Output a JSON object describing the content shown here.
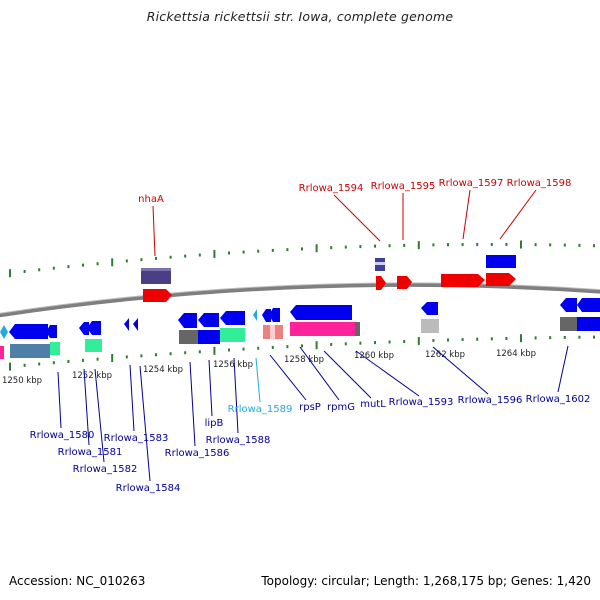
{
  "title": "Rickettsia rickettsii str. Iowa, complete genome",
  "footer": {
    "accession": "Accession: NC_010263",
    "summary": "Topology: circular; Length: 1,268,175 bp; Genes: 1,420"
  },
  "colors": {
    "forward_label": "#cc0000",
    "reverse_label": "#000099",
    "highlight_label": "#22aadd",
    "backbone": "#888888",
    "tick": "#2e7d32"
  },
  "ticks": [
    {
      "label": "1250 kbp"
    },
    {
      "label": "1252 kbp"
    },
    {
      "label": "1254 kbp"
    },
    {
      "label": "1256 kbp"
    },
    {
      "label": "1258 kbp"
    },
    {
      "label": "1260 kbp"
    },
    {
      "label": "1262 kbp"
    },
    {
      "label": "1264 kbp"
    }
  ],
  "forward_genes": [
    {
      "label": "nhaA"
    },
    {
      "label": "Rrlowa_1594"
    },
    {
      "label": "Rrlowa_1595"
    },
    {
      "label": "Rrlowa_1597"
    },
    {
      "label": "Rrlowa_1598"
    }
  ],
  "reverse_genes": [
    {
      "label": "Rrlowa_1580"
    },
    {
      "label": "Rrlowa_1581"
    },
    {
      "label": "Rrlowa_1582"
    },
    {
      "label": "Rrlowa_1583"
    },
    {
      "label": "Rrlowa_1584"
    },
    {
      "label": "Rrlowa_1586"
    },
    {
      "label": "lipB"
    },
    {
      "label": "Rrlowa_1588"
    },
    {
      "label": "Rrlowa_1589"
    },
    {
      "label": "rpsP"
    },
    {
      "label": "rpmG"
    },
    {
      "label": "mutL"
    },
    {
      "label": "Rrlowa_1593"
    },
    {
      "label": "Rrlowa_1596"
    },
    {
      "label": "Rrlowa_1602"
    }
  ]
}
